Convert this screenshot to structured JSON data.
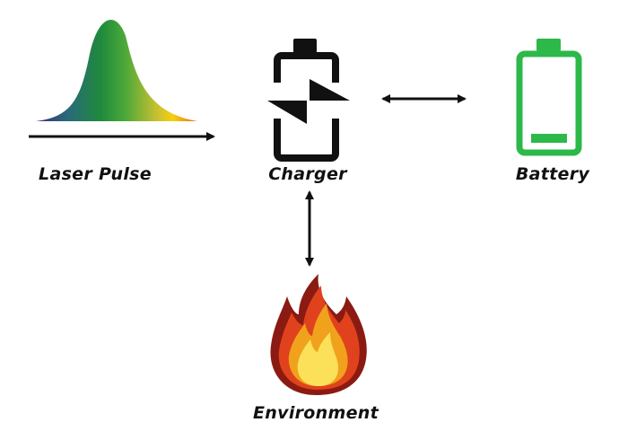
{
  "nodes": {
    "laser": {
      "label": "Laser Pulse",
      "icon": "gaussian-pulse-icon"
    },
    "charger": {
      "label": "Charger",
      "icon": "charging-battery-icon"
    },
    "battery": {
      "label": "Battery",
      "icon": "battery-low-icon"
    },
    "environment": {
      "label": "Environment",
      "icon": "fire-icon"
    }
  },
  "colors": {
    "battery_green": "#2db84a",
    "charger_black": "#111111",
    "fire_dark": "#8b1a12",
    "fire_red": "#e0421e",
    "fire_orange": "#f0a21c",
    "fire_yellow": "#fde05a"
  }
}
